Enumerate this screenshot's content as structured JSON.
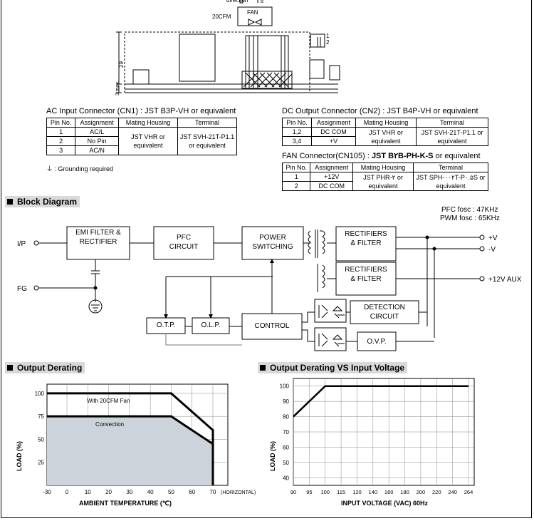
{
  "mech": {
    "direction": "direction",
    "fan": "FAN",
    "airflow": "20CFM",
    "dim_height": "29",
    "dim_bottom": "3 max.",
    "pin1": "1",
    "pin2": "2"
  },
  "cn1": {
    "title": "AC Input Connector (CN1) : JST B3P-VH or equivalent",
    "headers": [
      "Pin No.",
      "Assignment",
      "Mating Housing",
      "Terminal"
    ],
    "rows": [
      [
        "1",
        "AC/L"
      ],
      [
        "2",
        "No Pin"
      ],
      [
        "3",
        "AC/N"
      ]
    ],
    "housing": "JST VHR or equivalent",
    "terminal": "JST SVH-21T-P1.1 or equivalent",
    "note": "⏚ : Grounding required"
  },
  "cn2": {
    "title": "DC Output Connector (CN2) : JST B4P-VH or equivalent",
    "headers": [
      "Pin No.",
      "Assignment",
      "Mating Housing",
      "Terminal"
    ],
    "rows": [
      [
        "1,2",
        "DC COM"
      ],
      [
        "3,4",
        "+V"
      ]
    ],
    "housing": "JST VHR or equivalent",
    "terminal": "JST SVH-21T-P1.1 or equivalent"
  },
  "cn105": {
    "title_pre": "FAN Connector(CN105) : ",
    "title_bold": "JST B۲B-PH-K-S",
    "title_post": " or equivalent",
    "headers": [
      "Pin No.",
      "Assignment",
      "Mating Housing",
      "Terminal"
    ],
    "rows": [
      [
        "1",
        "+12V"
      ],
      [
        "2",
        "DC COM"
      ]
    ],
    "housing": "JST PHR-۲ or equivalent",
    "terminal": "JST SPH-۰۰۲T-P۰.۵S or equivalent"
  },
  "block": {
    "heading": "Block Diagram",
    "pfc_fosc": "PFC fosc : 47KHz",
    "pwm_fosc": "PWM fosc : 65KHz",
    "ip": "I/P",
    "fg": "FG",
    "emi": "EMI FILTER & RECTIFIER",
    "pfc": "PFC CIRCUIT",
    "power": "POWER SWITCHING",
    "rect1": "RECTIFIERS & FILTER",
    "rect2": "RECTIFIERS & FILTER",
    "out_pos": "+V",
    "out_neg": "-V",
    "out_aux": "+12V AUX",
    "otp": "O.T.P.",
    "olp": "O.L.P.",
    "control": "CONTROL",
    "detection": "DETECTION CIRCUIT",
    "ovp": "O.V.P."
  },
  "chart_data": [
    {
      "type": "area",
      "title": "Output Derating",
      "xlabel": "AMBIENT TEMPERATURE (℃)",
      "ylabel": "LOAD (%)",
      "x_ticks": [
        -30,
        0,
        10,
        20,
        30,
        40,
        50,
        60,
        70
      ],
      "x_tick_suffix": "(HORIZONTAL)",
      "y_ticks": [
        25,
        50,
        75,
        100
      ],
      "xlim": [
        -30,
        78
      ],
      "ylim": [
        0,
        110
      ],
      "series": [
        {
          "name": "With 20CFM Fan",
          "x": [
            -30,
            50,
            70,
            70
          ],
          "y": [
            100,
            100,
            60,
            0
          ]
        },
        {
          "name": "Convection",
          "x": [
            -30,
            50,
            70,
            70
          ],
          "y": [
            75,
            75,
            45,
            0
          ]
        }
      ],
      "fill_color": "#cdd3db"
    },
    {
      "type": "line",
      "title": "Output Derating VS Input Voltage",
      "xlabel": "INPUT VOLTAGE (VAC) 60Hz",
      "ylabel": "LOAD (%)",
      "categories": [
        "90",
        "95",
        "100",
        "115",
        "120",
        "140",
        "160",
        "180",
        "200",
        "220",
        "240",
        "264"
      ],
      "y_ticks": [
        40,
        50,
        60,
        70,
        80,
        90,
        100
      ],
      "ylim": [
        35,
        105
      ],
      "series": [
        {
          "x": [
            "90",
            "100",
            "264"
          ],
          "y": [
            80,
            100,
            100
          ]
        }
      ]
    }
  ]
}
